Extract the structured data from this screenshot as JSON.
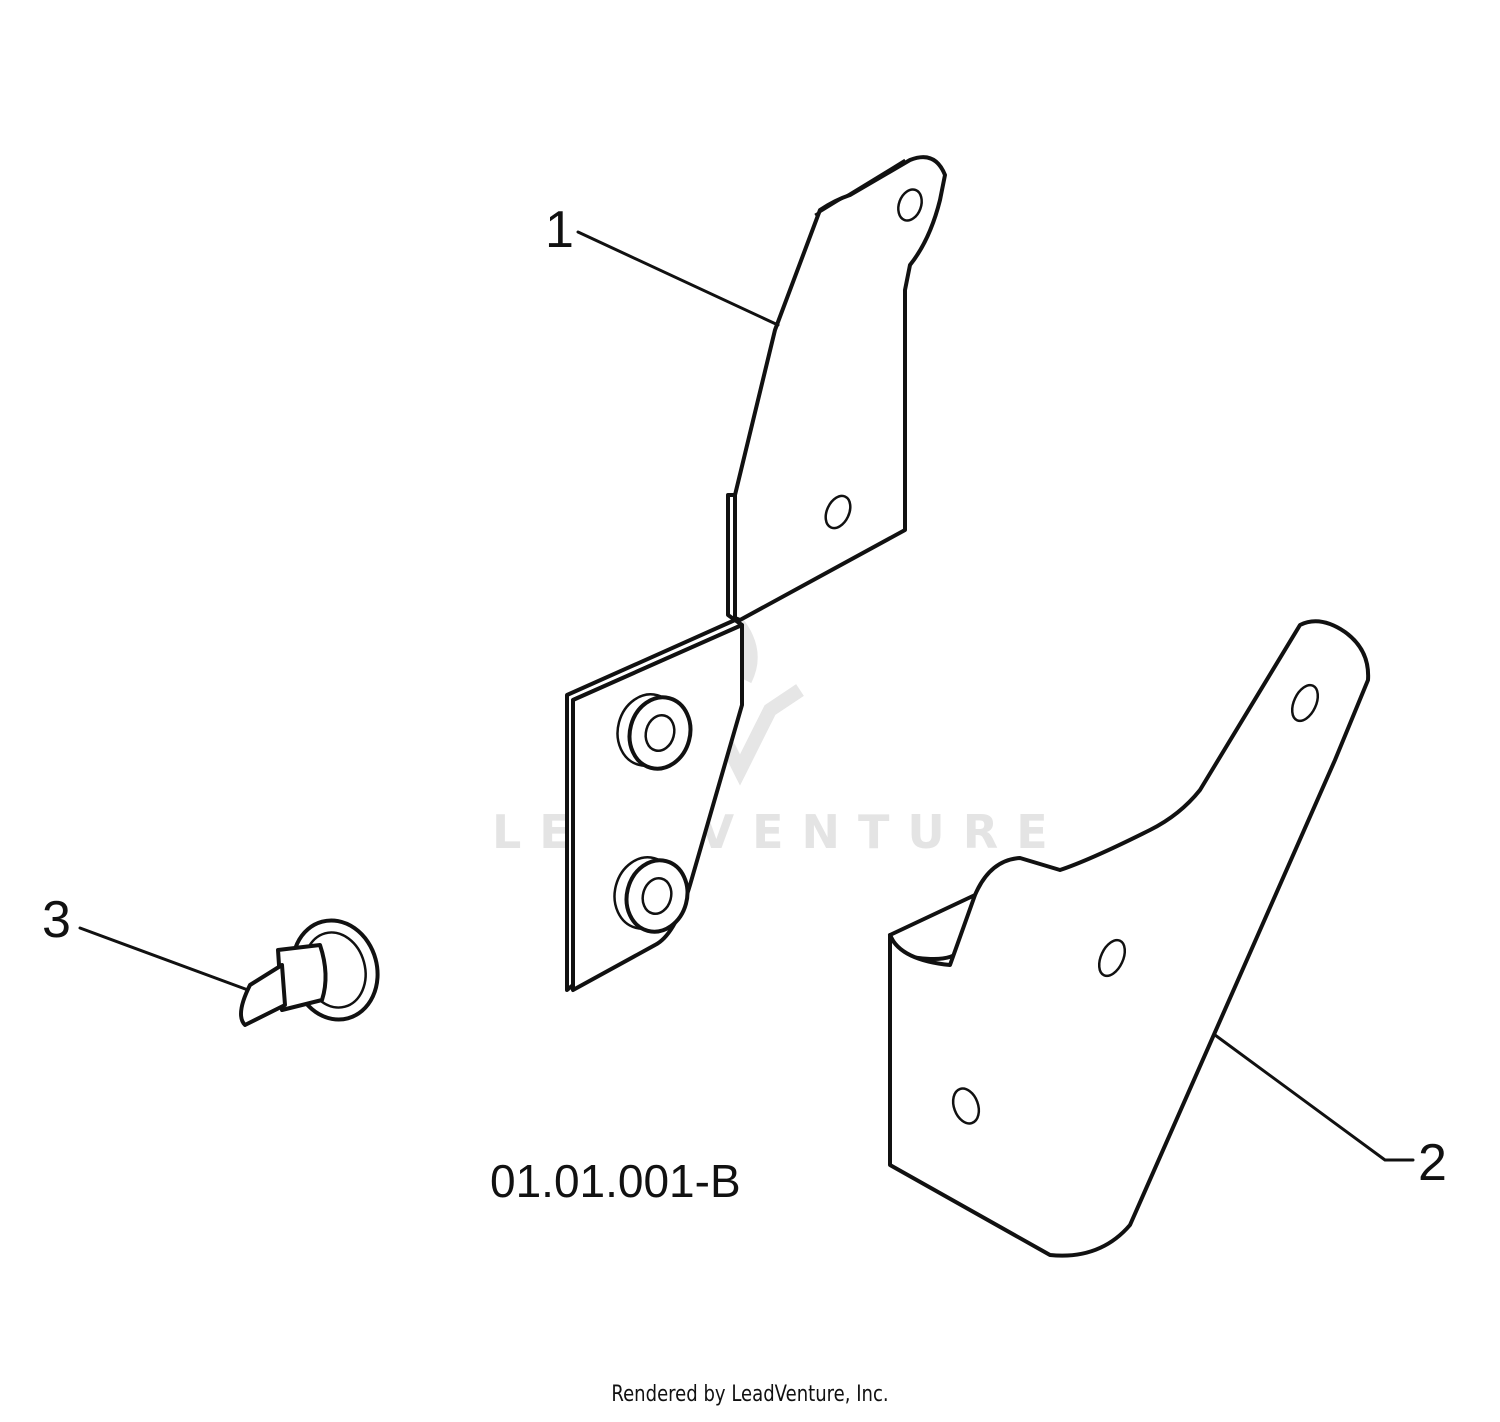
{
  "diagram": {
    "callouts": [
      {
        "number": "1",
        "part": "upper bracket"
      },
      {
        "number": "2",
        "part": "lower bracket"
      },
      {
        "number": "3",
        "part": "flange screw"
      }
    ],
    "drawing_code": "01.01.001-B",
    "watermark": "LEADVENTURE",
    "credit": "Rendered by LeadVenture, Inc."
  }
}
